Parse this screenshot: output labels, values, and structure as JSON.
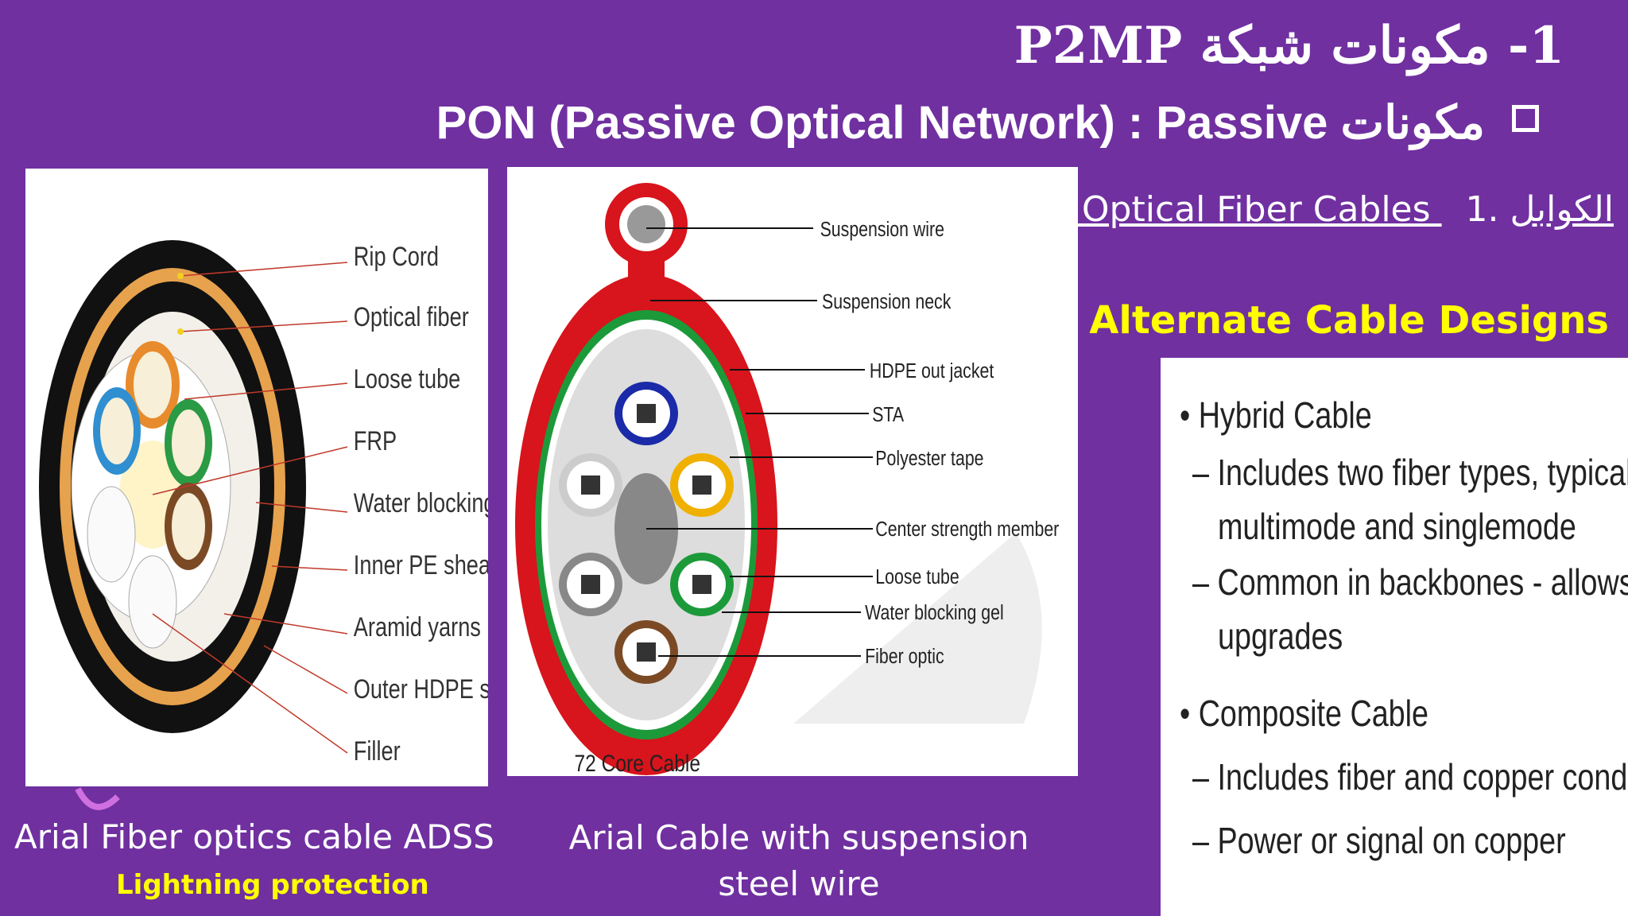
{
  "slide": {
    "title": "1- مكونات شبكة P2MP",
    "subtitle": "PON (Passive Optical Network) : Passive مكونات",
    "fiber_heading_num": ".1",
    "fiber_heading_text": ": Optical Fiber Cables  الكوابل",
    "alt_title": "Alternate Cable Designs"
  },
  "adss_diagram": {
    "labels": [
      "Rip Cord",
      "Optical fiber",
      "Loose tube",
      "FRP",
      "Water blocking tape",
      "Inner PE sheath",
      "Aramid yarns",
      "Outer HDPE sheath",
      "Filler"
    ],
    "caption": "Arial Fiber optics cable ADSS",
    "subcaption": "Lightning protection"
  },
  "suspension_diagram": {
    "labels": [
      "Suspension wire",
      "Suspension neck",
      "HDPE out jacket",
      "STA",
      "Polyester tape",
      "Center strength member",
      "Loose tube",
      "Water blocking gel",
      "Fiber optic"
    ],
    "footer": "72 Core Cable",
    "caption": "Arial Cable with suspension steel wire"
  },
  "alternate_designs": {
    "items": [
      {
        "text": "Hybrid Cable",
        "sub": [
          "Includes two fiber types, typically",
          "multimode and singlemode",
          "Common in backbones - allows",
          "upgrades"
        ]
      },
      {
        "text": "Composite Cable",
        "sub": [
          "Includes fiber and copper conductors",
          "Power or signal on copper"
        ]
      }
    ]
  },
  "colors": {
    "background": "#7030a0",
    "highlight": "#ffff00"
  }
}
